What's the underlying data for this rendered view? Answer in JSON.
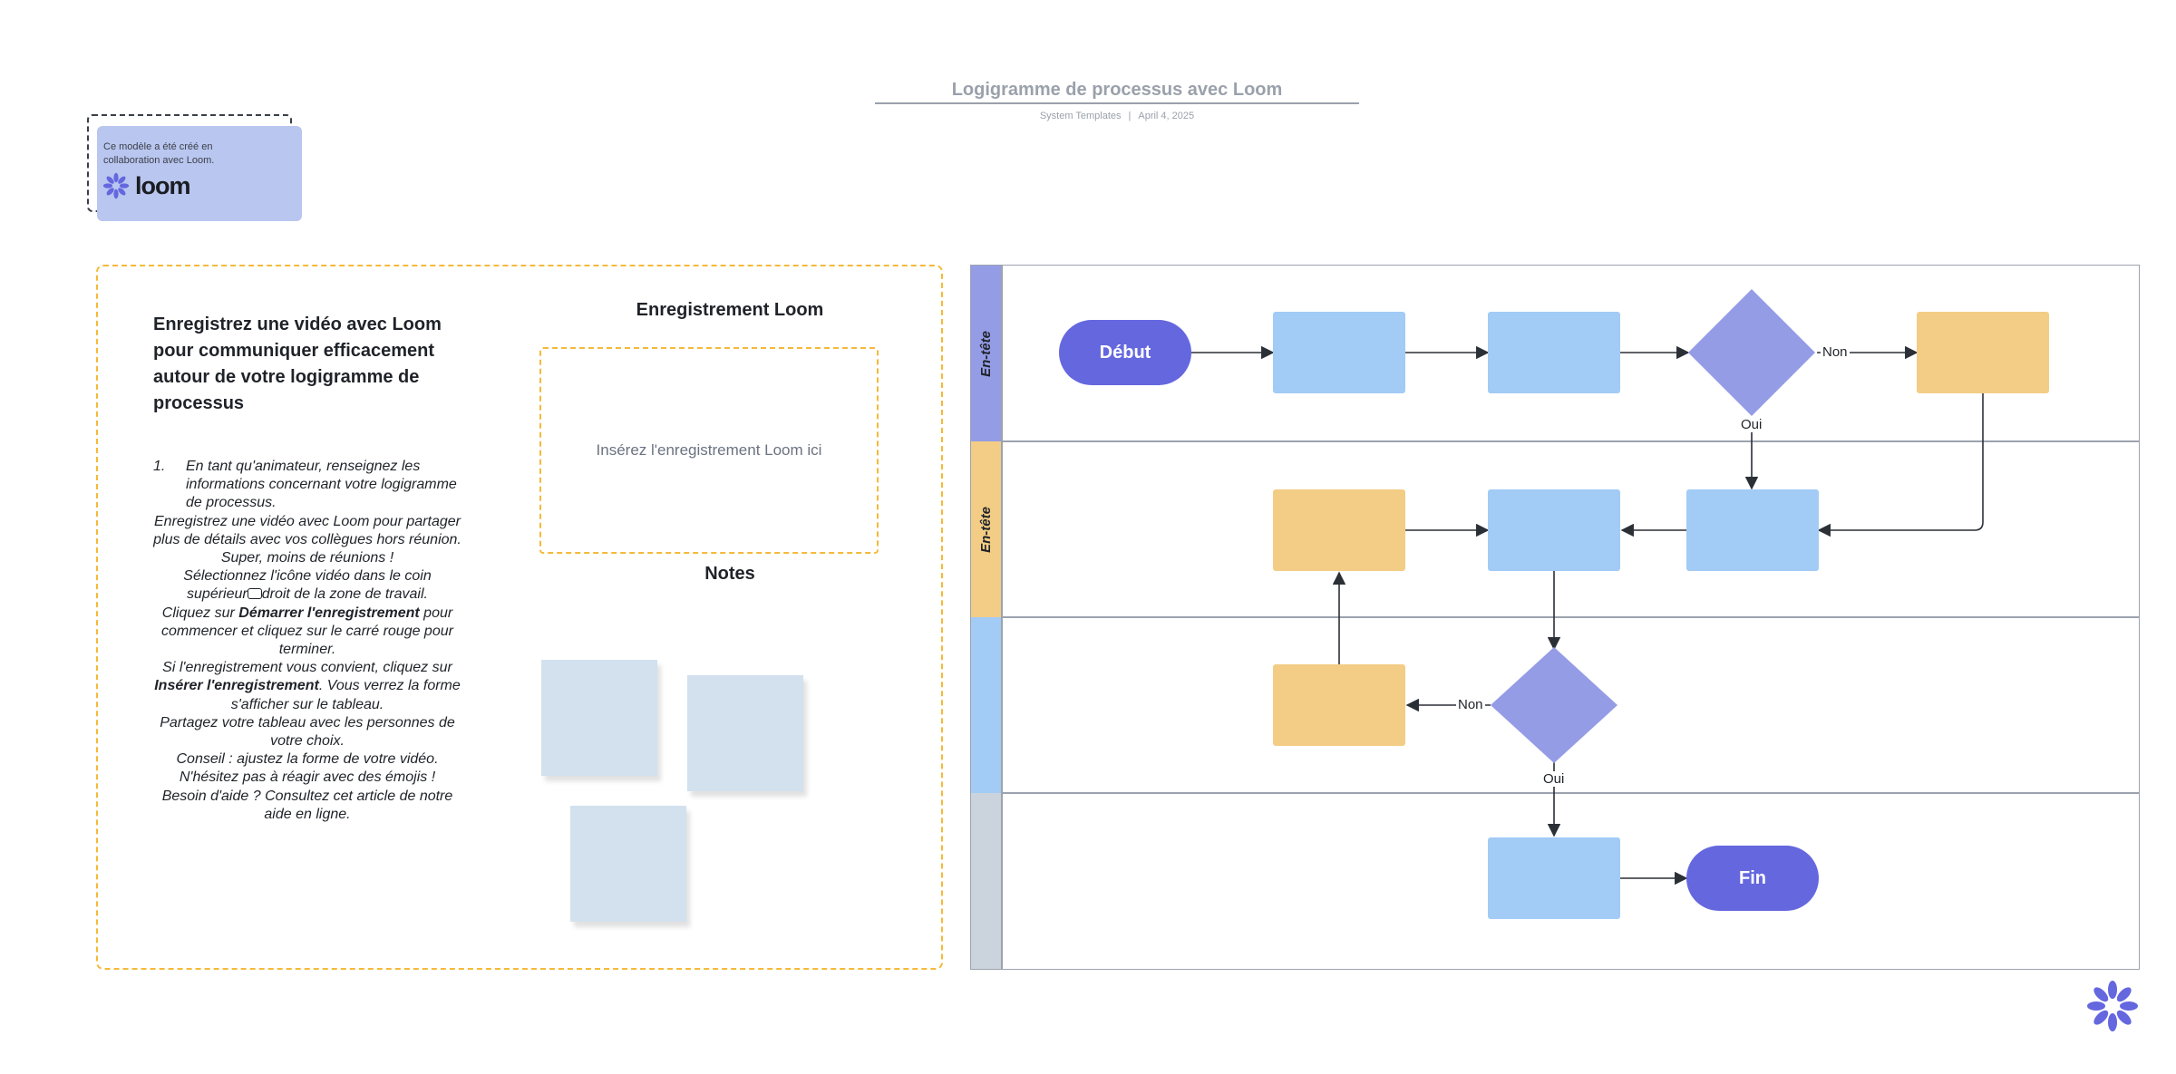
{
  "header": {
    "title": "Logigramme de processus avec Loom",
    "source": "System Templates",
    "date": "April 4, 2025"
  },
  "credit": {
    "line1": "Ce modèle a été créé en",
    "line2": "collaboration avec Loom.",
    "logo_text": "loom"
  },
  "instructions": {
    "heading": "Enregistrez une vidéo avec Loom pour communiquer efficacement autour de votre logigramme de processus",
    "step1_number": "1.",
    "step1": "En tant qu'animateur, renseignez les informations concernant votre logigramme de processus.",
    "step2": "Enregistrez une vidéo avec Loom pour partager plus de détails avec vos collègues hors réunion. Super, moins de réunions !",
    "step3_a": "Sélectionnez l'icône vidéo dans le coin supérieur",
    "step3_b": "droit de la zone de travail.",
    "step4_a": "Cliquez sur",
    "step4_bold": "Démarrer l'enregistrement",
    "step4_b": "pour commencer et cliquez sur le carré rouge pour terminer.",
    "step5_a": "Si l'enregistrement vous convient, cliquez sur",
    "step5_bold": "Insérer l'enregistrement",
    "step5_b": ". Vous verrez la forme s'afficher sur le tableau.",
    "step6": "Partagez votre tableau avec les personnes de votre choix.",
    "step7": "Conseil : ajustez la forme de votre vidéo. N'hésitez pas à réagir avec des émojis !",
    "step8": "Besoin d'aide ? Consultez cet article de notre aide en ligne."
  },
  "loom_section": {
    "title": "Enregistrement Loom",
    "placeholder": "Insérez l'enregistrement Loom ici"
  },
  "notes_section": {
    "title": "Notes"
  },
  "diagram": {
    "lanes": [
      {
        "header": "En-tête",
        "color": "#959ce6"
      },
      {
        "header": "En-tête",
        "color": "#f3cd85"
      },
      {
        "header": "",
        "color": "#a2cbf6"
      },
      {
        "header": "",
        "color": "#cbd3dc"
      }
    ],
    "start_label": "Début",
    "end_label": "Fin",
    "decision1_no": "Non",
    "decision1_yes": "Oui",
    "decision2_no": "Non",
    "decision2_yes": "Oui"
  },
  "colors": {
    "accent": "#6567df",
    "process_blue": "#a2cbf6",
    "process_yellow": "#f3cd85",
    "decision": "#959ce6",
    "dashed_border": "#f5b93a"
  }
}
